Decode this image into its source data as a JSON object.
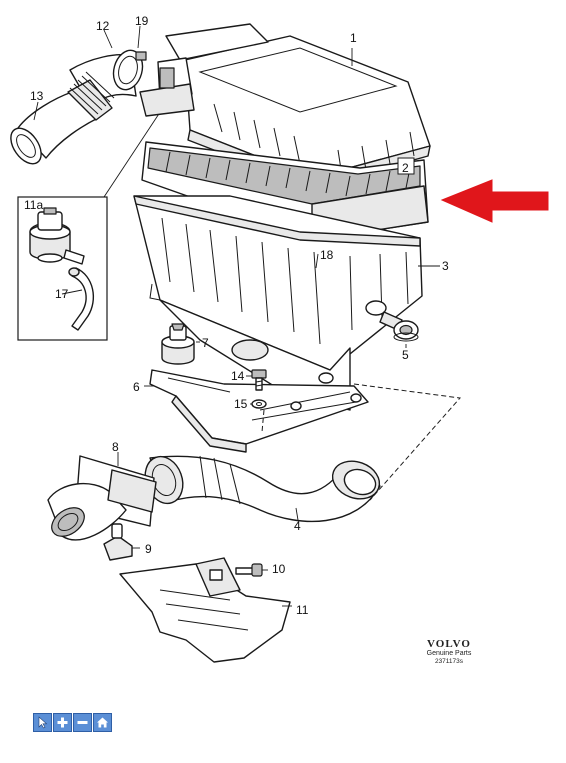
{
  "callouts": {
    "c1": "1",
    "c2": "2",
    "c3": "3",
    "c4": "4",
    "c5": "5",
    "c6": "6",
    "c7": "7",
    "c8": "8",
    "c9": "9",
    "c10": "10",
    "c11": "11",
    "c12": "12",
    "c13": "13",
    "c14": "14",
    "c15": "15",
    "c17": "17",
    "c18": "18",
    "c19": "19",
    "c11a": "11a"
  },
  "brand": {
    "name": "VOLVO",
    "subtitle": "Genuine Parts",
    "number": "2371173s"
  },
  "colors": {
    "arrow": "#e0161b",
    "toolbar_button": "#5b8fd6"
  },
  "toolbar": {
    "buttons": [
      {
        "icon": "pointer-icon"
      },
      {
        "icon": "zoom-in-icon"
      },
      {
        "icon": "zoom-out-icon"
      },
      {
        "icon": "home-icon"
      }
    ]
  }
}
